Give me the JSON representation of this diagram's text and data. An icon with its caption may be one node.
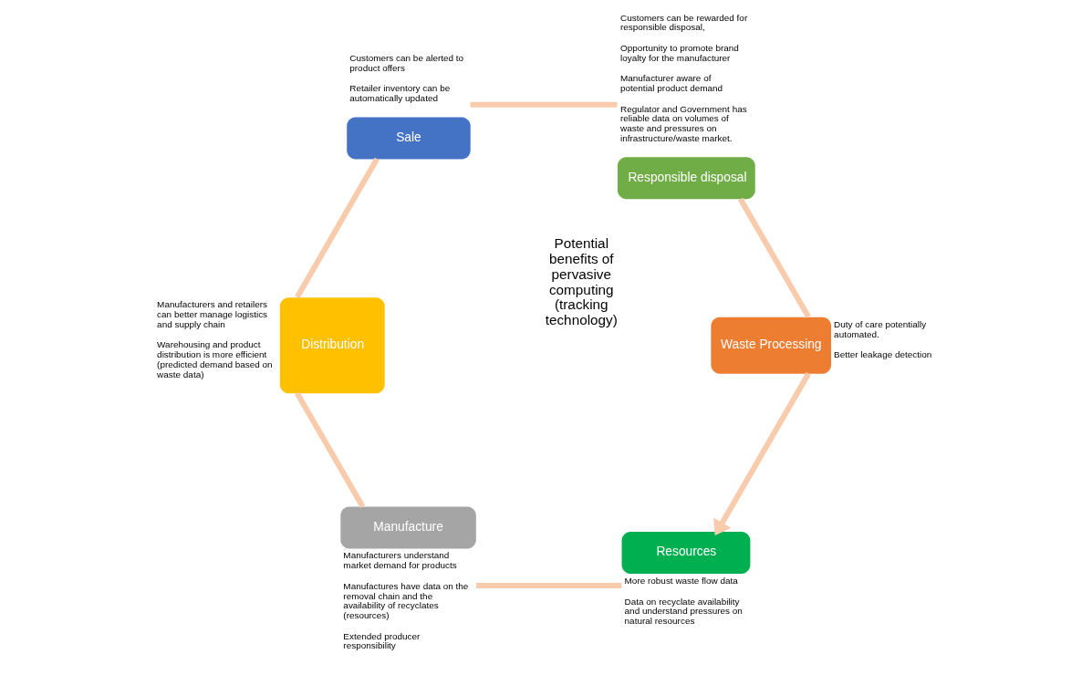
{
  "diagram": {
    "nodes": [
      {
        "text": [
          "Resources"
        ],
        "beside": [
          "More robust waste flow data",
          "Data on recyclate availability and understand pressures on natural resources"
        ]
      },
      {
        "text": [
          "Manufacture"
        ],
        "beside": [
          "Manufacturers understand market demand for products",
          "Manufactures have data on the removal chain and the availability of recyclates (resources)",
          "Extended producer responsibility"
        ]
      },
      {
        "text": [
          "Distribution"
        ],
        "beside": [
          "Manufacturers and retailers can better manage logistics and supply chain",
          "Warehousing and product distribution is more efficient (predicted demand based on waste data)"
        ]
      },
      {
        "text": [
          "Sale"
        ],
        "beside": [
          "Customers can be alerted to product offers",
          "Retailer inventory can be automatically updated"
        ]
      },
      {
        "text": [
          "Responsible disposal"
        ],
        "beside": [
          "Customers can be rewarded for responsible disposal,",
          "Opportunity to promote brand loyalty for the manufacturer",
          "Manufacturer aware of potential product demand",
          "Regulator and Government has reliable data on volumes of waste and pressures on infrastructure/waste market."
        ]
      },
      {
        "text": [
          "Waste Processing"
        ],
        "beside": [
          "Duty of care potentially automated.",
          "Better leakage detection"
        ]
      }
    ],
    "edges": [
      {
        "from": 0,
        "to": 1,
        "arrow": "none",
        "color": "#f8cbad"
      },
      {
        "from": 1,
        "to": 2,
        "arrow": "none",
        "color": "#f8cbad"
      },
      {
        "from": 2,
        "to": 3,
        "arrow": "none",
        "color": "#f8cbad"
      },
      {
        "from": 3,
        "to": 4,
        "arrow": "none",
        "color": "#f8cbad"
      },
      {
        "from": 4,
        "to": 5,
        "arrow": "none",
        "color": "#f8cbad"
      },
      {
        "from": 5,
        "to": 0,
        "arrow": "to",
        "color": "#f8cbad"
      }
    ],
    "labels": [
      "Potential benefits of pervasive computing (tracking technology)"
    ]
  }
}
